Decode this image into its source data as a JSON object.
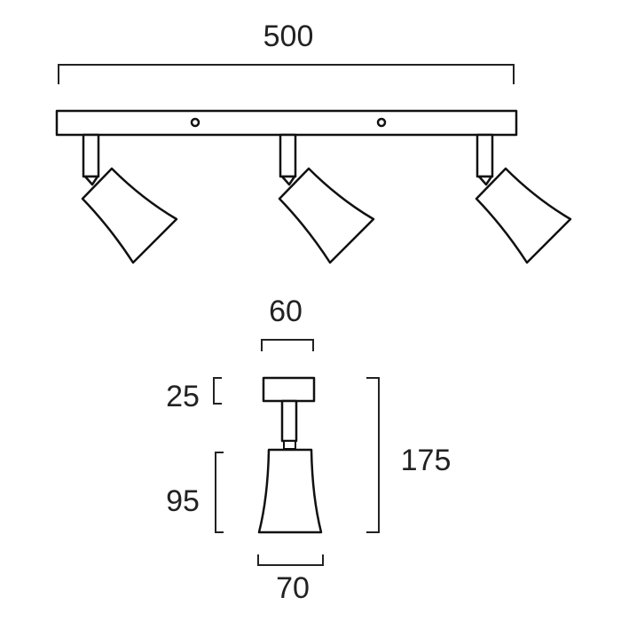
{
  "dimensions": {
    "total_length": "500",
    "base_width": "60",
    "base_height": "25",
    "shade_height": "95",
    "total_height": "175",
    "shade_width": "70"
  },
  "spotlight_count": 3,
  "colors": {
    "line": "#222222",
    "background": "#ffffff"
  }
}
